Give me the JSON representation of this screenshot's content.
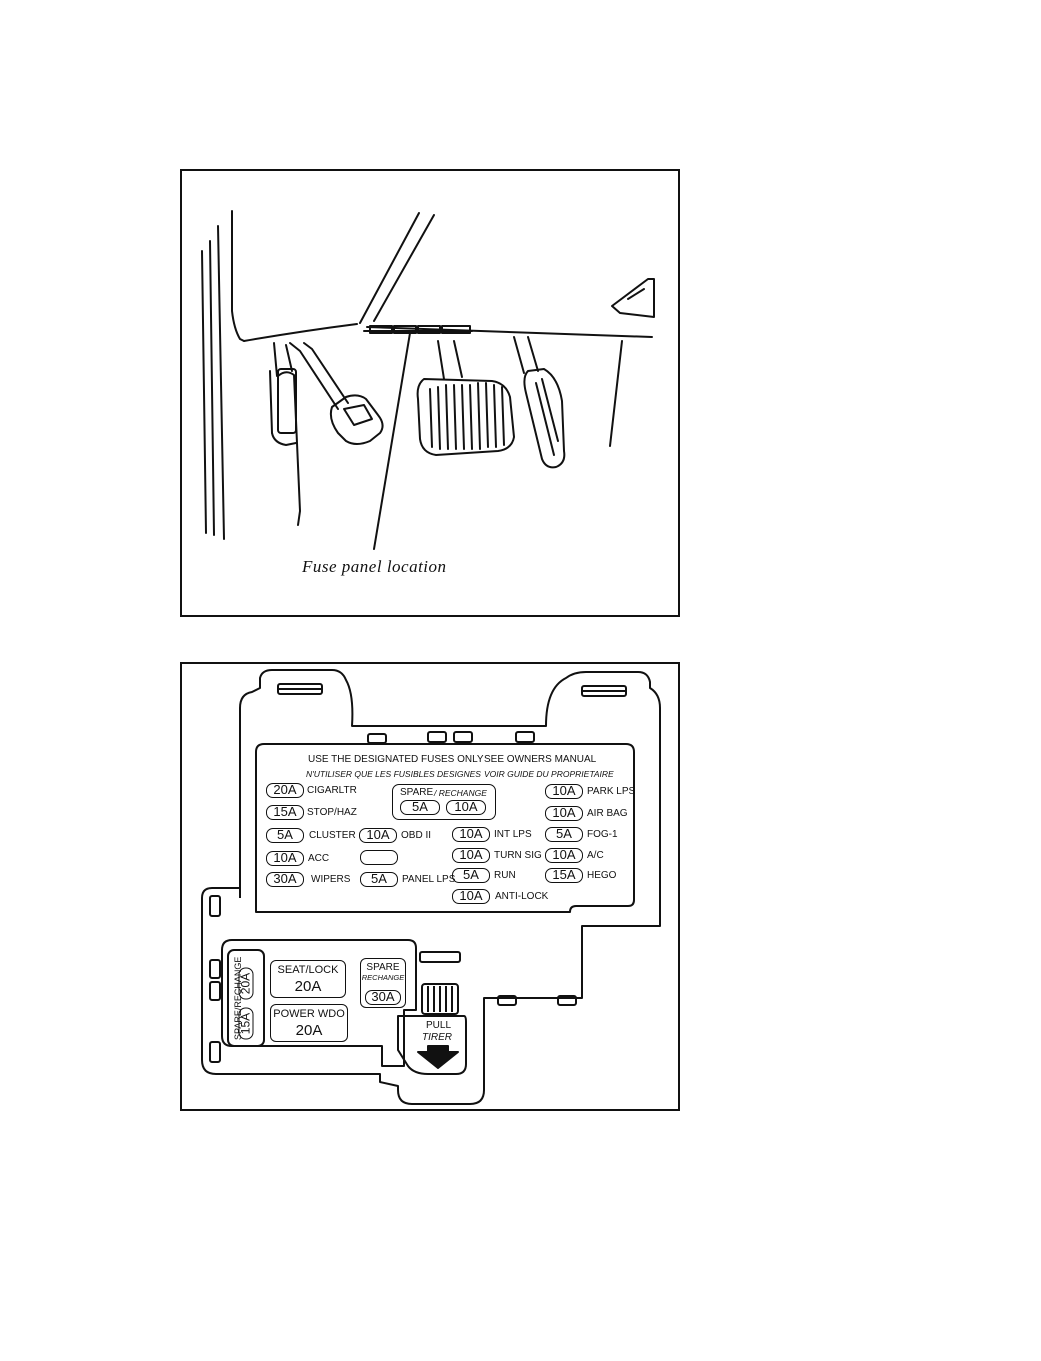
{
  "figure1": {
    "caption": "Fuse panel location"
  },
  "figure2": {
    "header": {
      "line1_left": "USE THE DESIGNATED FUSES ONLY",
      "line1_right": "SEE OWNERS MANUAL",
      "line2_left": "N'UTILISER QUE LES FUSIBLES DESIGNES",
      "line2_right": "VOIR GUIDE DU PROPRIETAIRE"
    },
    "spare_top": {
      "label": "SPARE",
      "label_fr": "/ RECHANGE",
      "fuses": [
        "5A",
        "10A"
      ]
    },
    "fuses": [
      {
        "rating": "20A",
        "label": "CIGARLTR"
      },
      {
        "rating": "15A",
        "label": "STOP/HAZ"
      },
      {
        "rating": "5A",
        "label": "CLUSTER"
      },
      {
        "rating": "10A",
        "label": "ACC"
      },
      {
        "rating": "30A",
        "label": "WIPERS"
      },
      {
        "rating": "10A",
        "label": "OBD II"
      },
      {
        "rating": "",
        "label": ""
      },
      {
        "rating": "5A",
        "label": "PANEL LPS"
      },
      {
        "rating": "10A",
        "label": "INT LPS"
      },
      {
        "rating": "10A",
        "label": "TURN SIG"
      },
      {
        "rating": "5A",
        "label": "RUN"
      },
      {
        "rating": "10A",
        "label": "ANTI-LOCK"
      },
      {
        "rating": "10A",
        "label": "PARK LPS"
      },
      {
        "rating": "10A",
        "label": "AIR BAG"
      },
      {
        "rating": "5A",
        "label": "FOG-1"
      },
      {
        "rating": "10A",
        "label": "A/C"
      },
      {
        "rating": "15A",
        "label": "HEGO"
      }
    ],
    "lower": {
      "spare_side_label": "SPARE/RECHANGE",
      "spare_side_fuses": [
        "20A",
        "15A"
      ],
      "seat_lock": {
        "label": "SEAT/LOCK",
        "rating": "20A"
      },
      "power_wdo": {
        "label": "POWER WDO",
        "rating": "20A"
      },
      "spare_box": {
        "label": "SPARE",
        "label_fr": "RECHANGE",
        "rating": "30A"
      },
      "pull_label": "PULL",
      "pull_label_fr": "TIRER"
    }
  }
}
